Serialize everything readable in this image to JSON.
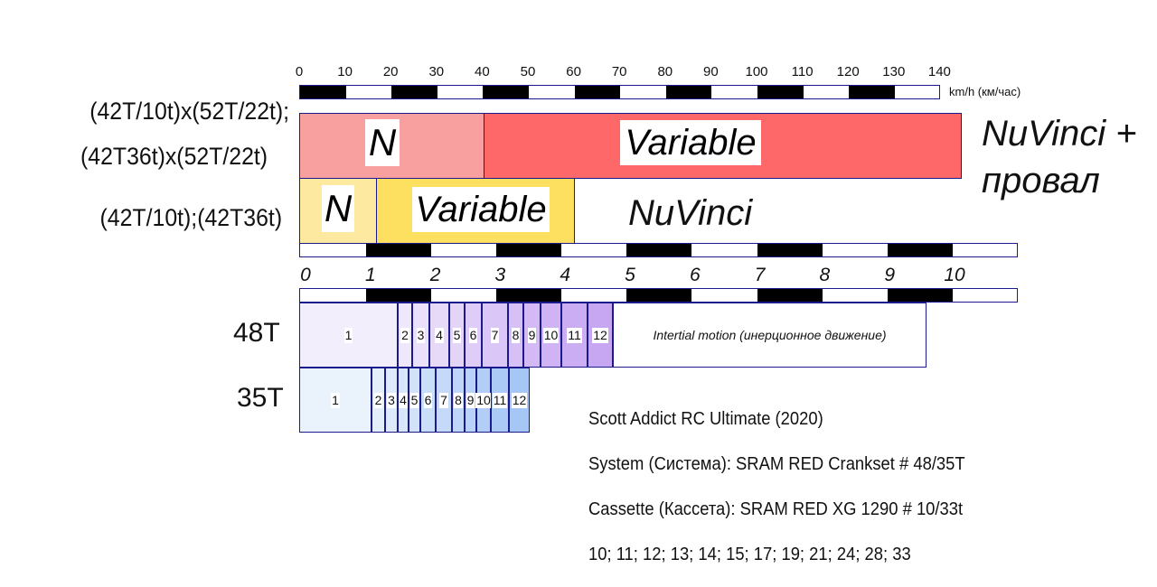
{
  "speed_scale": {
    "ticks": [
      "0",
      "10",
      "20",
      "30",
      "40",
      "50",
      "60",
      "70",
      "80",
      "90",
      "100",
      "110",
      "120",
      "130",
      "140"
    ],
    "unit_label": "km/h (км/час)"
  },
  "ratio_scale": {
    "ticks": [
      "0",
      "1",
      "2",
      "3",
      "4",
      "5",
      "6",
      "7",
      "8",
      "9",
      "10"
    ]
  },
  "row_labels": {
    "combo_line1": "(42T/10t)x(52T/22t);",
    "combo_line2": "(42T36t)x(52T/22t)",
    "single": "(42T/10t);(42T36t)",
    "chainring_48": "48T",
    "chainring_35": "35T"
  },
  "bands": {
    "top_n": "N",
    "top_variable": "Variable",
    "top_side_note_line1": "NuVinci +",
    "top_side_note_line2": "провал",
    "mid_n": "N",
    "mid_variable": "Variable",
    "mid_side_note": "NuVinci"
  },
  "gears_48": [
    "1",
    "2",
    "3",
    "4",
    "5",
    "6",
    "7",
    "8",
    "9",
    "10",
    "11",
    "12"
  ],
  "gears_35": [
    "1",
    "2",
    "3",
    "4",
    "5",
    "6",
    "7",
    "8",
    "9",
    "10",
    "11",
    "12"
  ],
  "inertial_note": "Intertial motion (инерционное движение)",
  "info": {
    "line1": "Scott Addict RC Ultimate (2020)",
    "line2": "System (Система): SRAM RED Crankset # 48/35T",
    "line3": "Cassette (Кассета): SRAM RED XG 1290 # 10/33t",
    "line4": "10; 11; 12; 13; 14; 15; 17; 19; 21; 24; 28; 33"
  },
  "colors": {
    "band_top_n": "#f8a0a0",
    "band_top_variable": "#ff6868",
    "band_mid_n": "#fde9a0",
    "band_mid_variable": "#fde060",
    "gear48_first": "#f3eefc",
    "gear48_last": "#c7a6f2",
    "gear35_first": "#eaf2fc",
    "gear35_last": "#a6c6f5",
    "scale_border": "#1a1a8c"
  }
}
